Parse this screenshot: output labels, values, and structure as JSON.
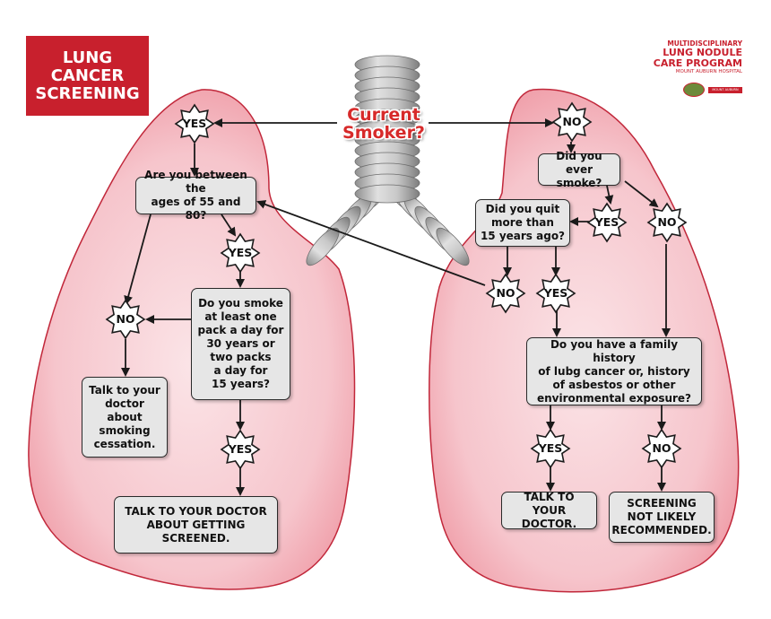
{
  "title": [
    "LUNG",
    "CANCER",
    "SCREENING"
  ],
  "logo": {
    "line1": "MULTIDISCIPLINARY",
    "line2": "LUNG NODULE",
    "line3": "CARE PROGRAM",
    "line4": "MOUNT AUBURN HOSPITAL",
    "seal_text": "MOUNT AUBURN HOSPITAL"
  },
  "question_main": [
    "Current",
    "Smoker?"
  ],
  "left": {
    "yes1": "YES",
    "age_q": [
      "Are you between the",
      "ages of 55 and 80?"
    ],
    "yes2": "YES",
    "pack_q": [
      "Do you smoke",
      "at least one",
      "pack a day for",
      "30 years or",
      "two packs",
      "a day for",
      "15 years?"
    ],
    "no": "NO",
    "cessation": [
      "Talk to your",
      "doctor",
      "about",
      "smoking",
      "cessation."
    ],
    "yes3": "YES",
    "screened": [
      "TALK TO YOUR DOCTOR",
      "ABOUT GETTING",
      "SCREENED."
    ]
  },
  "right": {
    "no1": "NO",
    "ever_q": [
      "Did you ever",
      "smoke?"
    ],
    "yes1": "YES",
    "no2": "NO",
    "quit_q": [
      "Did you quit",
      "more than",
      "15 years ago?"
    ],
    "no3": "NO",
    "yes2": "YES",
    "family_q": [
      "Do you have a family history",
      "of lubg cancer or, history",
      "of asbestos or other",
      "environmental exposure?"
    ],
    "yes3": "YES",
    "no4": "NO",
    "talk": [
      "TALK TO YOUR",
      "DOCTOR."
    ],
    "not_rec": [
      "SCREENING",
      "NOT LIKELY",
      "RECOMMENDED."
    ]
  },
  "colors": {
    "brand_red": "#c8202d",
    "lung_fill": "#f6c5cc",
    "lung_edge": "#c1273a",
    "box_fill": "#e6e6e6",
    "trachea": "#a9a9a9"
  }
}
